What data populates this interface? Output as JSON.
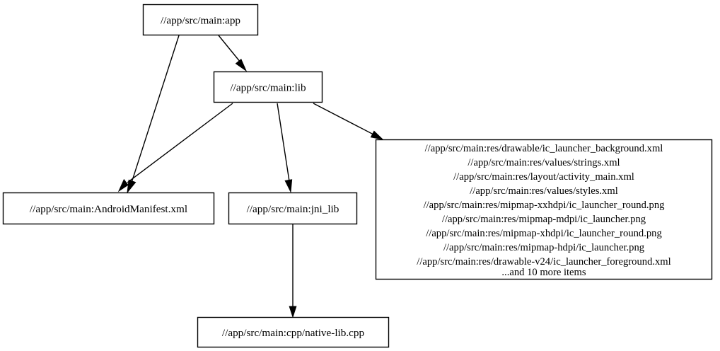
{
  "graph": {
    "type": "dependency-graph",
    "direction": "top-to-bottom",
    "background_color": "#ffffff",
    "node_fill": "#ffffff",
    "node_stroke": "#000000",
    "edge_color": "#000000",
    "nodes": [
      {
        "id": "app",
        "label": "//app/src/main:app",
        "lines": [
          "//app/src/main:app"
        ]
      },
      {
        "id": "lib",
        "label": "//app/src/main:lib",
        "lines": [
          "//app/src/main:lib"
        ]
      },
      {
        "id": "manifest",
        "label": "//app/src/main:AndroidManifest.xml",
        "lines": [
          "//app/src/main:AndroidManifest.xml"
        ]
      },
      {
        "id": "jni_lib",
        "label": "//app/src/main:jni_lib",
        "lines": [
          "//app/src/main:jni_lib"
        ]
      },
      {
        "id": "resources",
        "label": "//app/src/main:res/drawable/ic_launcher_background.xml",
        "lines": [
          "//app/src/main:res/drawable/ic_launcher_background.xml",
          "//app/src/main:res/values/strings.xml",
          "//app/src/main:res/layout/activity_main.xml",
          "//app/src/main:res/values/styles.xml",
          "//app/src/main:res/mipmap-xxhdpi/ic_launcher_round.png",
          "//app/src/main:res/mipmap-mdpi/ic_launcher.png",
          "//app/src/main:res/mipmap-xhdpi/ic_launcher_round.png",
          "//app/src/main:res/mipmap-hdpi/ic_launcher.png",
          "//app/src/main:res/drawable-v24/ic_launcher_foreground.xml",
          "...and 10 more items"
        ]
      },
      {
        "id": "native_lib",
        "label": "//app/src/main:cpp/native-lib.cpp",
        "lines": [
          "//app/src/main:cpp/native-lib.cpp"
        ]
      }
    ],
    "edges": [
      {
        "from": "app",
        "to": "manifest"
      },
      {
        "from": "app",
        "to": "lib"
      },
      {
        "from": "lib",
        "to": "manifest"
      },
      {
        "from": "lib",
        "to": "jni_lib"
      },
      {
        "from": "lib",
        "to": "resources"
      },
      {
        "from": "jni_lib",
        "to": "native_lib"
      }
    ]
  }
}
